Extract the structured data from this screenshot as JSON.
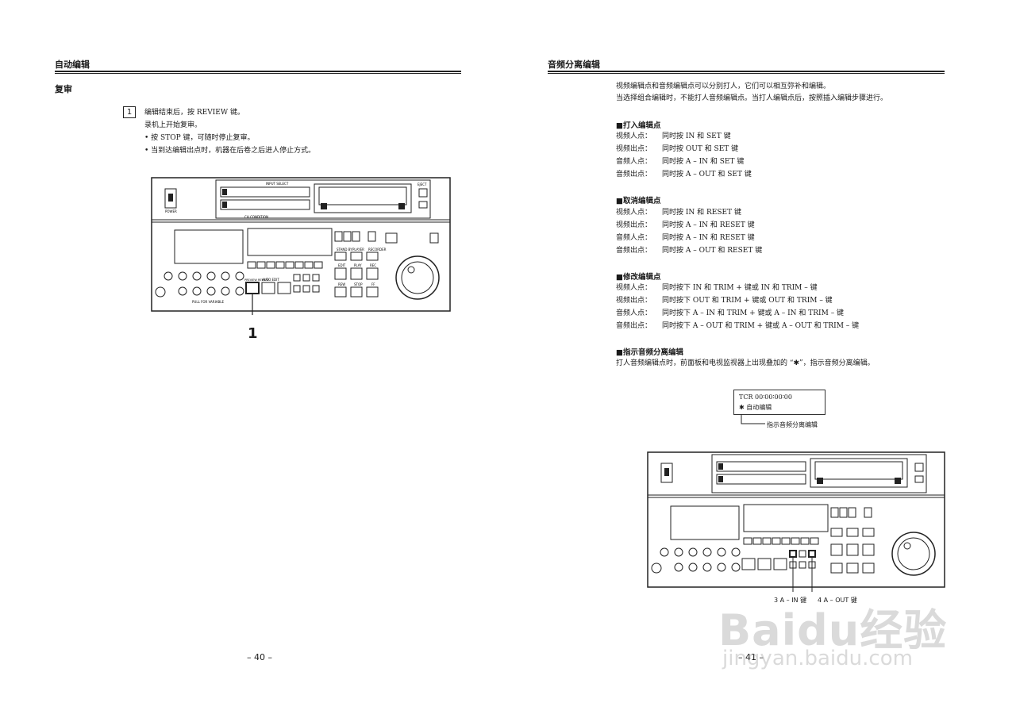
{
  "left": {
    "header": "自动编辑",
    "section": "复审",
    "step_number": "1",
    "step_lines": [
      "编辑结束后，按 REVIEW 键。",
      "录机上开始复审。",
      "• 按 STOP 键，可随时停止复审。",
      "• 当到达编辑出点时，机器在后卷之后进人停止方式。"
    ],
    "callout": "1",
    "page_number": "– 40 –"
  },
  "right": {
    "header": "音频分离编辑",
    "intro": [
      "视频编辑点和音频编辑点可以分别打人，它们可以相互弥补和编辑。",
      "当选择组合编辑时，不能打人音频编辑点。当打人编辑点后，按照插入编辑步骤进行。"
    ],
    "sections": [
      {
        "title": "■打入编辑点",
        "rows": [
          {
            "k": "视频人点：",
            "v": "同时按 IN 和 SET 键"
          },
          {
            "k": "视频出点：",
            "v": "同时按 OUT 和 SET 键"
          },
          {
            "k": "音频人点：",
            "v": "同时按 A – IN 和 SET 键"
          },
          {
            "k": "音频出点：",
            "v": "同时按 A – OUT 和 SET 键"
          }
        ]
      },
      {
        "title": "■取消编辑点",
        "rows": [
          {
            "k": "视频人点：",
            "v": "同时按 IN 和 RESET 键"
          },
          {
            "k": "视频出点：",
            "v": "同时按 A – IN 和 RESET 键"
          },
          {
            "k": "音频人点：",
            "v": "同时按 A – IN 和 RESET 键"
          },
          {
            "k": "音频出点：",
            "v": "同时按 A – OUT 和 RESET 键"
          }
        ]
      },
      {
        "title": "■修改编辑点",
        "rows": [
          {
            "k": "视频人点：",
            "v": "同时按下 IN 和 TRIM + 键或 IN 和 TRIM – 键"
          },
          {
            "k": "视频出点：",
            "v": "同时按下 OUT 和 TRIM + 键或 OUT 和 TRIM – 键"
          },
          {
            "k": "音频人点：",
            "v": "同时按下 A – IN 和 TRIM + 键或 A – IN 和 TRIM – 键"
          },
          {
            "k": "音频出点：",
            "v": "同时按下 A – OUT 和 TRIM + 键或 A – OUT 和 TRIM – 键"
          }
        ]
      },
      {
        "title": "■指示音频分离编辑",
        "rows": []
      }
    ],
    "indicate_text": "打人音频编辑点时，前面板和电视监视器上出现叠加的 “✱”，指示音频分离编辑。",
    "monitor": {
      "line1": "TCR 00∶00∶00∶00",
      "line2": "✱ 自动编辑",
      "caption": "指示音频分离编辑"
    },
    "callout_a_in": "3 A – IN 键",
    "callout_a_out": "4 A – OUT 键",
    "page_number": "– 41 –"
  },
  "device_labels": {
    "input_select": "INPUT SELECT",
    "ch_condition": "CH CONDITION",
    "power": "POWER",
    "pull_for_variable": "PULL FOR VARIABLE",
    "eject": "EJECT",
    "stand_by": "STAND BY",
    "player": "PLAYER",
    "recorder": "RECORDER",
    "edit": "EDIT",
    "play": "PLAY",
    "rec": "REC",
    "rew": "REW",
    "stop": "STOP",
    "ff": "FF",
    "auto_edit": "AUTO EDIT",
    "preview_review": "PREVIEW REVIEW"
  },
  "watermark": {
    "logo": "Baidu经验",
    "url": "jingyan.baidu.com"
  }
}
